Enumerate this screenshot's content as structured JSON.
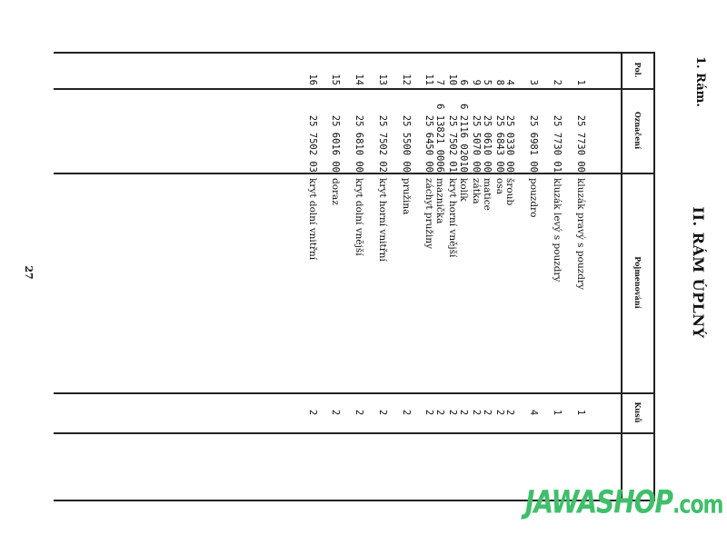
{
  "document": {
    "section_heading": "1. Rám.",
    "title": "II. RÁM ÚPLNÝ",
    "page_number": "27",
    "orientation": "rotated 90° clockwise"
  },
  "table": {
    "headers": {
      "pos": "Pol.",
      "code": "Označení",
      "name": "Pojmenování",
      "qty": "Kusů"
    },
    "rows": [
      {
        "pos": "1",
        "code": "25 7730 00",
        "name": "kluzák pravý s pouzdry",
        "qty": "1"
      },
      {
        "pos": "2",
        "code": "25 7730 01",
        "name": "kluzák levý s pouzdry",
        "qty": "1"
      },
      {
        "pos": "3",
        "code": "25 6981 00",
        "name": "pouzdro",
        "qty": "4"
      },
      {
        "pos": "4",
        "code": "25 0330 00",
        "name": "šroub",
        "qty": "2"
      },
      {
        "pos": "5",
        "code": "25 0610 00",
        "name": "matice",
        "qty": "2"
      },
      {
        "pos": "6",
        "code": "6 2116 02010",
        "name": "kolík",
        "qty": "2"
      },
      {
        "pos": "7",
        "code": "6 13821 0006",
        "name": "maznička",
        "qty": "2"
      },
      {
        "pos": "8",
        "code": "25 6843 00",
        "name": "osa",
        "qty": "2"
      },
      {
        "pos": "9",
        "code": "25 5070 00",
        "name": "zátka",
        "qty": "2"
      },
      {
        "pos": "10",
        "code": "25 7502 01",
        "name": "kryt horní vnější",
        "qty": "2"
      },
      {
        "pos": "11",
        "code": "25 6450 00",
        "name": "záchyt pružiny",
        "qty": "2"
      },
      {
        "pos": "12",
        "code": "25 5500 00",
        "name": "pružina",
        "qty": "2"
      },
      {
        "pos": "13",
        "code": "25 7502 02",
        "name": "kryt horní vnitřní",
        "qty": "2"
      },
      {
        "pos": "14",
        "code": "25 6810 00",
        "name": "kryt dolní vnější",
        "qty": "2"
      },
      {
        "pos": "15",
        "code": "25 6016 00",
        "name": "doraz",
        "qty": "2"
      },
      {
        "pos": "16",
        "code": "25 7502 03",
        "name": "kryt dolní vnitřní",
        "qty": "2"
      }
    ]
  },
  "watermark": {
    "brand": "JAWASHOP",
    "domain": ".com",
    "color": "#3fbf6a"
  }
}
